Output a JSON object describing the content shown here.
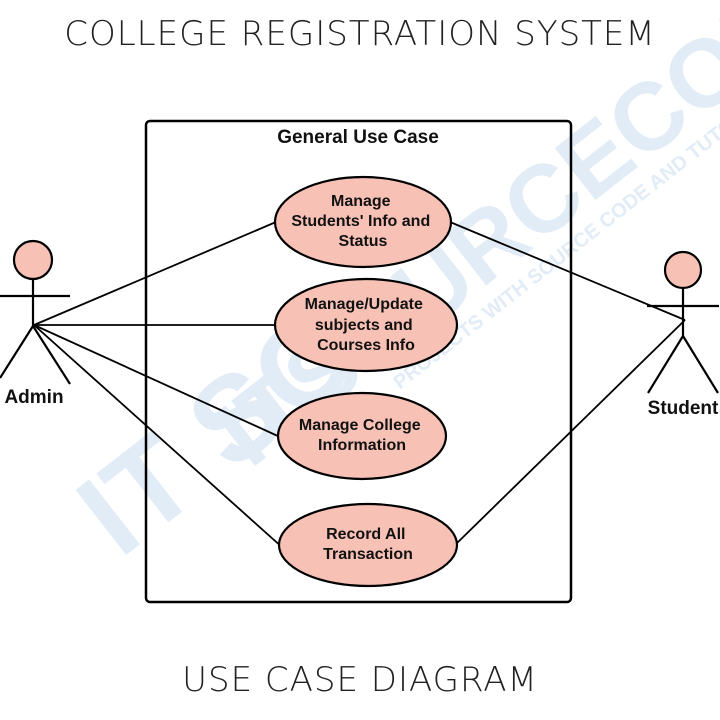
{
  "title": "COLLEGE REGISTRATION SYSTEM",
  "footer": "USE CASE DIAGRAM",
  "boundary": {
    "title": "General Use Case"
  },
  "actors": {
    "admin": {
      "label": "Admin"
    },
    "student": {
      "label": "Student"
    }
  },
  "use_cases": [
    {
      "lines": [
        "Manage",
        "Students' Info and",
        "Status"
      ]
    },
    {
      "lines": [
        "Manage/Update",
        "subjects and",
        "Courses Info"
      ]
    },
    {
      "lines": [
        "Manage College",
        "Information"
      ]
    },
    {
      "lines": [
        "Record All",
        "Transaction"
      ]
    }
  ],
  "watermark": {
    "logo": "IT SC",
    "brand": "ITSOURCECODE",
    "tagline": "PROJECTS WITH SOURCE CODE AND TUTORIALS"
  },
  "colors": {
    "usecase_fill": "#f8c1b6",
    "actor_fill": "#f8c1b6",
    "line": "#000000",
    "watermark": "#dde9f6"
  }
}
